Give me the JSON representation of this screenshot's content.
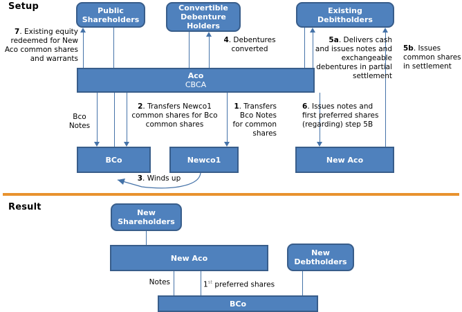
{
  "sections": {
    "setup_title": "Setup",
    "result_title": "Result",
    "divider_color": "#E8922E"
  },
  "colors": {
    "node_fill": "#4F81BD",
    "node_border": "#385D8A",
    "connector": "#4472A8",
    "text_on_node": "#FFFFFF",
    "caption_text": "#000000"
  },
  "setup": {
    "nodes": {
      "public_shareholders": "Public Shareholders",
      "public_shareholders_line1": "Public",
      "public_shareholders_line2": "Shareholders",
      "convertible_line1": "Convertible",
      "convertible_line2": "Debenture",
      "convertible_line3": "Holders",
      "existing_debitholders_line1": "Existing",
      "existing_debitholders_line2": "Debitholders",
      "aco_title": "Aco",
      "aco_sub": "CBCA",
      "bco": "BCo",
      "newco1": "Newco1",
      "new_aco": "New Aco"
    },
    "captions": {
      "step7": "7. Existing equity redeemed for New Aco common shares and warrants",
      "step7_num": "7",
      "step7_rest": ". Existing equity redeemed for New Aco common shares and warrants",
      "step4_num": "4",
      "step4_rest": ". Debentures converted",
      "step5a_num": "5a",
      "step5a_rest": ". Delivers cash and issues notes and exchangeable debentures in partial settlement",
      "step5b_num": "5b",
      "step5b_rest": ". Issues common shares in settlement",
      "bco_notes": "Bco Notes",
      "step2_num": "2",
      "step2_rest": ". Transfers Newco1 common shares for Bco common shares",
      "step1_num": "1",
      "step1_rest": ". Transfers Bco Notes for common shares",
      "step6_num": "6",
      "step6_rest": ". Issues notes and first preferred shares (regarding) step 5B",
      "step3_num": "3",
      "step3_rest": ". Winds up"
    }
  },
  "result": {
    "nodes": {
      "new_shareholders_line1": "New",
      "new_shareholders_line2": "Shareholders",
      "new_aco": "New Aco",
      "new_debtholders_line1": "New",
      "new_debtholders_line2": "Debtholders",
      "bco": "BCo"
    },
    "captions": {
      "notes": "Notes",
      "first_preferred_prefix": "1",
      "first_preferred_sup": "st",
      "first_preferred_rest": " preferred shares"
    }
  }
}
